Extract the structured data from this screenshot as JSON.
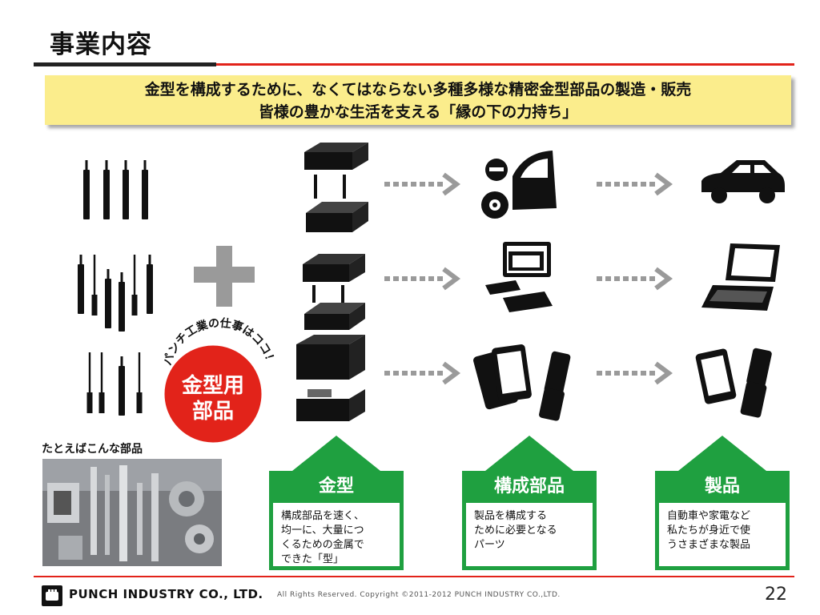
{
  "header": {
    "title": "事業内容"
  },
  "banner": {
    "line1": "金型を構成するために、なくてはならない多種多様な精密金型部品の製造・販売",
    "line2": "皆様の豊かな生活を支える「縁の下の力持ち」"
  },
  "badge": {
    "arc_text": "パンチ工業の仕事はココ！",
    "line1": "金型用",
    "line2": "部品"
  },
  "sample": {
    "label": "たとえばこんな部品"
  },
  "callouts": [
    {
      "title": "金型",
      "lines": [
        "構成部品を速く、",
        "均一に、大量につ",
        "くるための金属で",
        "できた「型」"
      ]
    },
    {
      "title": "構成部品",
      "lines": [
        "製品を構成する",
        "ために必要となる",
        "パーツ"
      ]
    },
    {
      "title": "製品",
      "lines": [
        "自動車や家電など",
        "私たちが身近で使",
        "うさまざまな製品"
      ]
    }
  ],
  "footer": {
    "company": "PUNCH INDUSTRY CO., LTD.",
    "copyright": "All Rights Reserved.  Copyright ©2011-2012  PUNCH  INDUSTRY  CO.,LTD.",
    "page": "22"
  },
  "colors": {
    "accent_red": "#e2231a",
    "green": "#1fa040",
    "banner_yellow": "#fbed8c",
    "grey_arrow": "#999999"
  },
  "icons": [
    "plus-icon",
    "arrow-right-icon",
    "mold-icon",
    "car-parts-icon",
    "car-icon",
    "laptop-parts-icon",
    "laptop-icon",
    "phone-parts-icon",
    "phone-icon",
    "pin-icon"
  ]
}
